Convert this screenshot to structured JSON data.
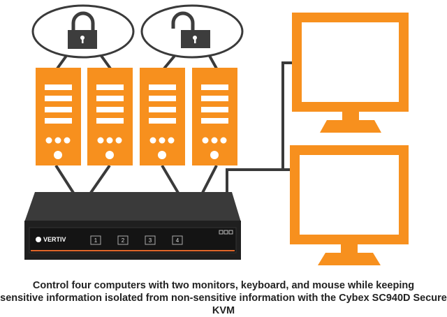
{
  "colors": {
    "accent": "#F7901E",
    "line": "#3a3a3a",
    "kvm": "#222222"
  },
  "icons": [
    "lock-closed-icon",
    "lock-open-icon",
    "server-icon",
    "monitor-icon",
    "vertiv-logo-icon"
  ],
  "kvm": {
    "brand": "VERTIV",
    "ports": [
      "1",
      "2",
      "3",
      "4"
    ]
  },
  "caption": {
    "line1": "Control four computers with two monitors, keyboard, and mouse while keeping",
    "line2": "sensitive information isolated from non-sensitive information with the Cybex SC940D Secure KVM"
  }
}
